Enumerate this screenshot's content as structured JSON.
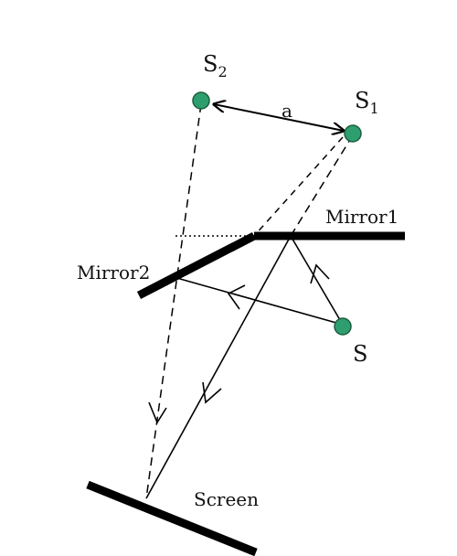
{
  "diagram": {
    "sources": {
      "s1": {
        "label": "S",
        "subscript": "1"
      },
      "s2": {
        "label": "S",
        "subscript": "2"
      },
      "s": {
        "label": "S"
      }
    },
    "distance_label": "a",
    "mirrors": {
      "mirror1": {
        "label": "Mirror1"
      },
      "mirror2": {
        "label": "Mirror2"
      }
    },
    "screen": {
      "label": "Screen"
    },
    "colors": {
      "source_fill": "#2f9e6e",
      "source_stroke": "#1c5e3f",
      "line": "#000000",
      "mirror": "#000000"
    }
  }
}
